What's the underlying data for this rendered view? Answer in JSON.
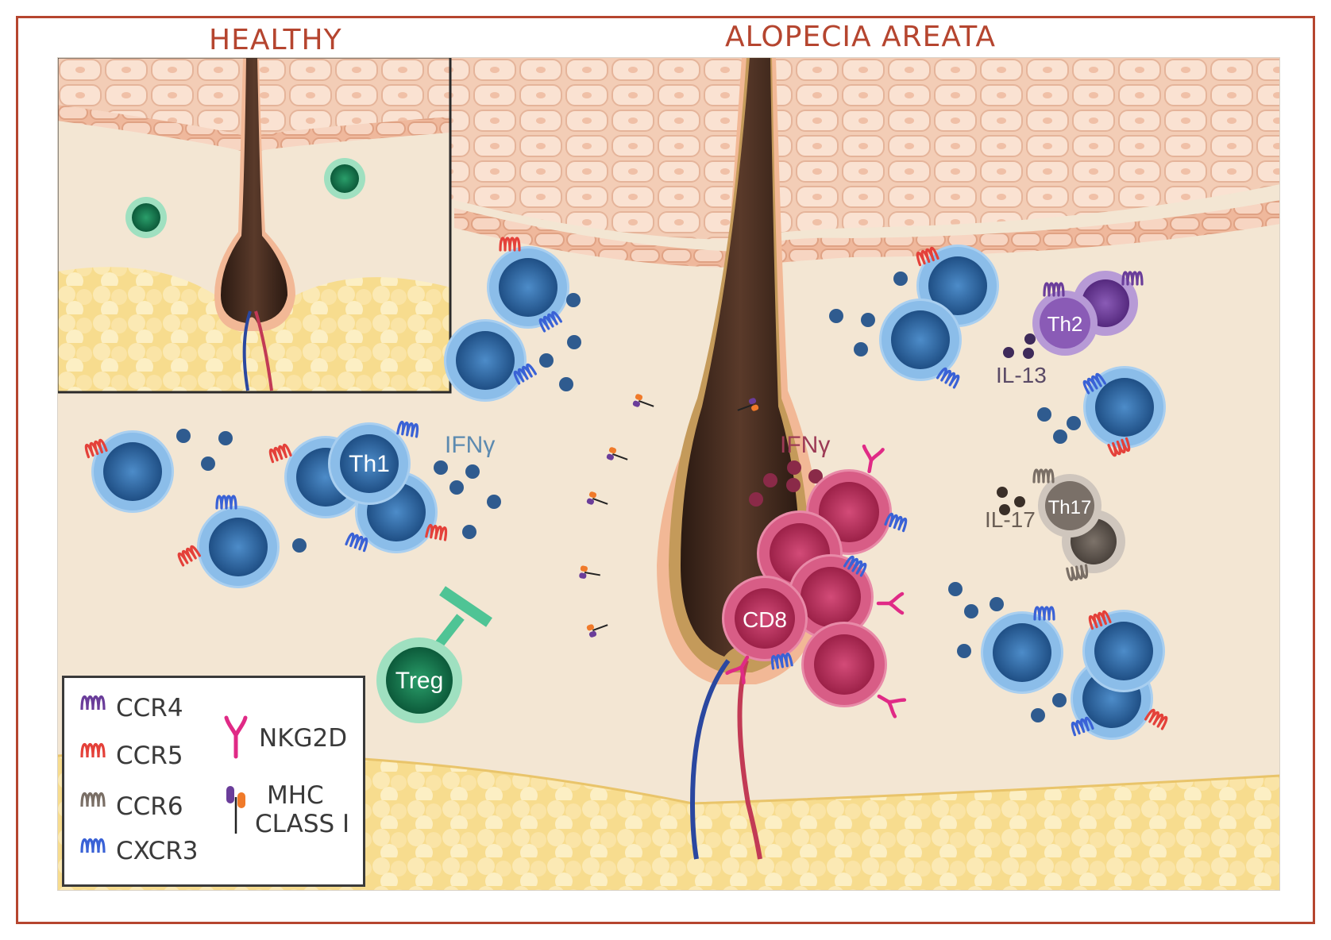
{
  "titles": {
    "healthy": "HEALTHY",
    "alopecia": "ALOPECIA AREATA"
  },
  "labels": {
    "th1": "Th1",
    "ifn_left": "IFNγ",
    "ifn_right": "IFNγ",
    "cd8": "CD8",
    "treg": "Treg",
    "th2": "Th2",
    "il13": "IL-13",
    "th17": "Th17",
    "il17": "IL-17"
  },
  "legend": {
    "ccr4": "CCR4",
    "ccr5": "CCR5",
    "ccr6": "CCR6",
    "cxcr3": "CXCR3",
    "nkg2d": "NKG2D",
    "mhc_line1": "MHC",
    "mhc_line2": "CLASS I"
  },
  "colors": {
    "frame": "#b5452f",
    "ccr4": "#6a3d9a",
    "ccr5": "#e4413a",
    "ccr6": "#7a6f66",
    "cxcr3": "#3a62d6",
    "nkg2d": "#e02a86",
    "t_cell": "#3b6fae",
    "cd8": "#c23a66",
    "treg": "#1f8f5f",
    "th2": "#7a4aa5",
    "th17": "#6f655d"
  }
}
